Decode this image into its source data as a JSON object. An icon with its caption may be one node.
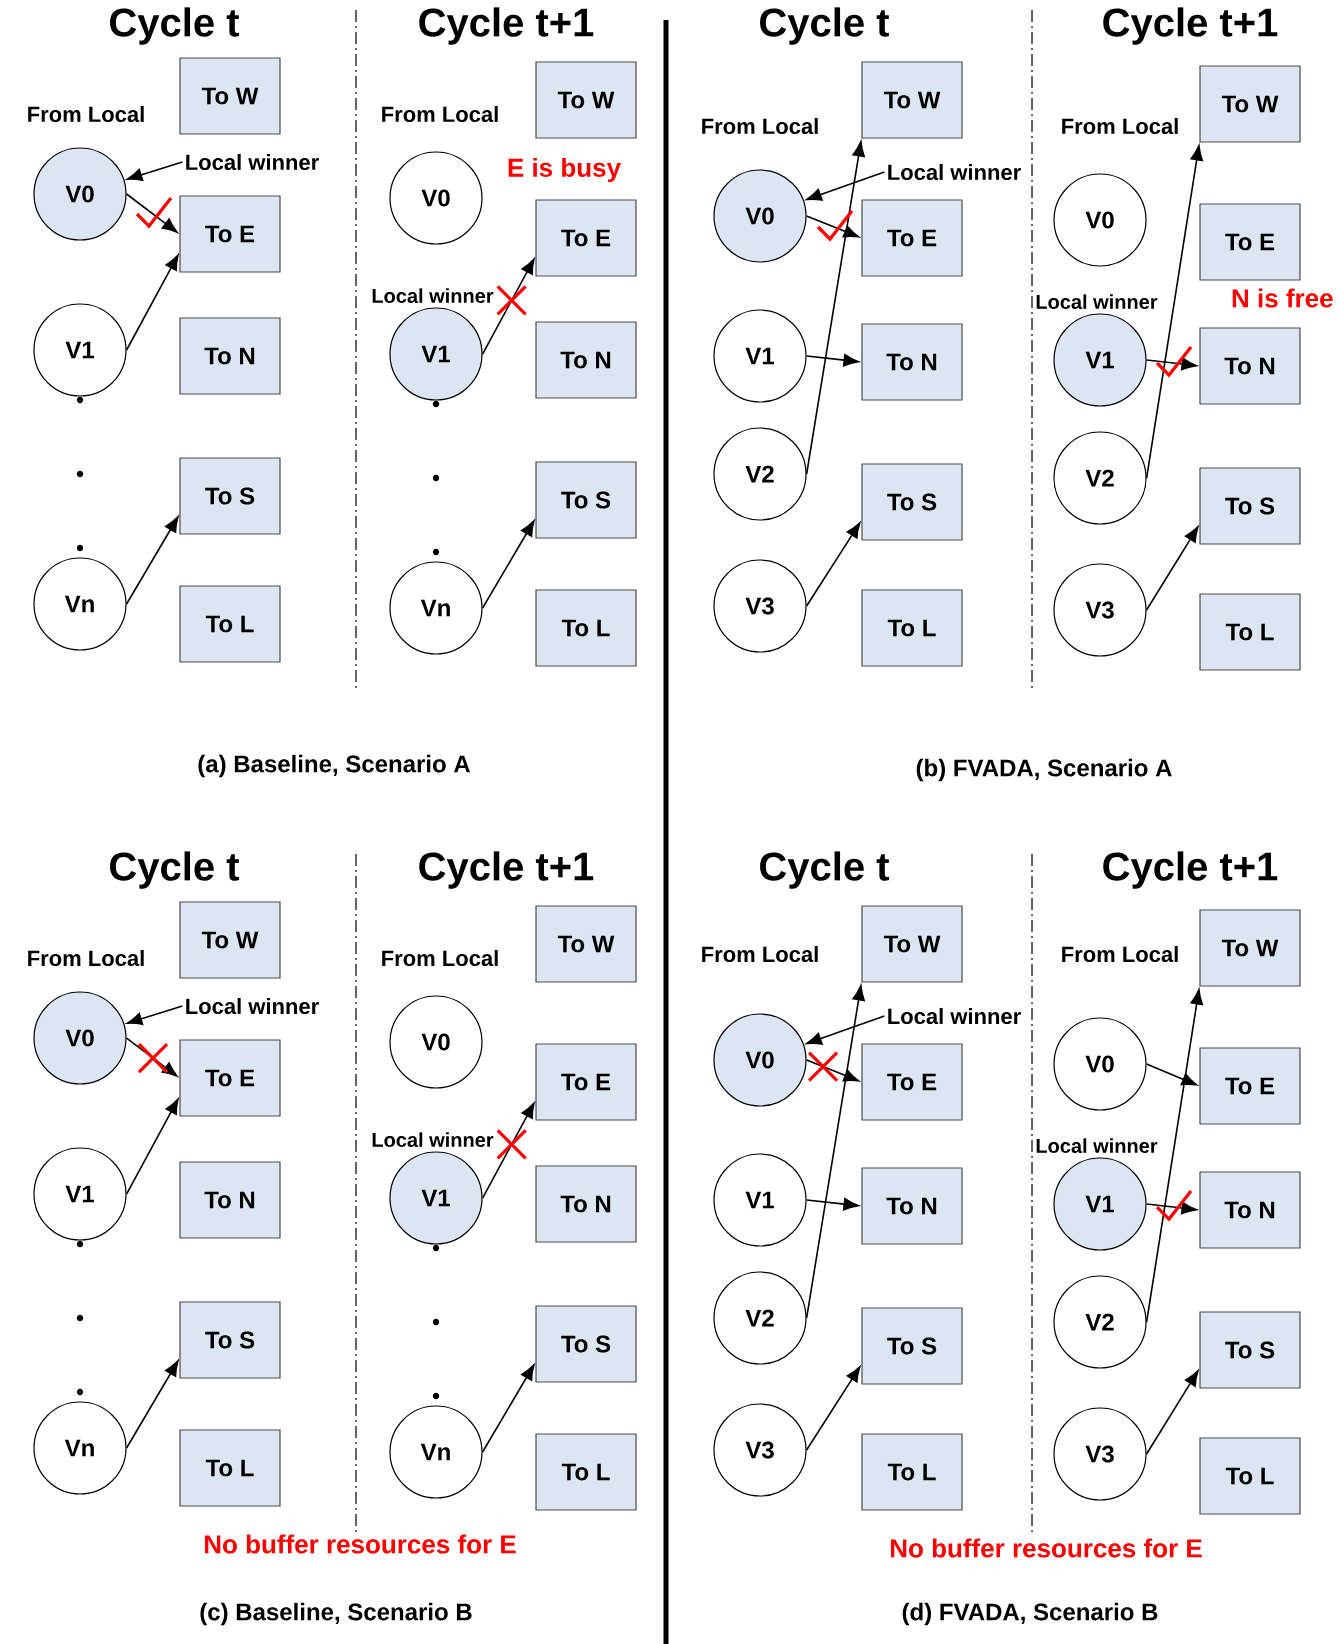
{
  "diagram": {
    "nodes": [
      {
        "text": [
          "V0"
        ]
      },
      {
        "text": [
          "V1"
        ]
      },
      {
        "text": [
          "Vn"
        ]
      },
      {
        "text": [
          "To W"
        ]
      },
      {
        "text": [
          "To E"
        ]
      },
      {
        "text": [
          "To N"
        ]
      },
      {
        "text": [
          "To S"
        ]
      },
      {
        "text": [
          "To L"
        ]
      },
      {
        "text": [
          "Local winner"
        ]
      },
      {
        "text": [
          "V0"
        ]
      },
      {
        "text": [
          "V1"
        ],
        "beside": [
          "Local winner"
        ]
      },
      {
        "text": [
          "Vn"
        ]
      },
      {
        "text": [
          "To W"
        ]
      },
      {
        "text": [
          "To E"
        ]
      },
      {
        "text": [
          "To N"
        ]
      },
      {
        "text": [
          "To S"
        ]
      },
      {
        "text": [
          "To L"
        ]
      },
      {
        "text": [
          "V0"
        ]
      },
      {
        "text": [
          "V1"
        ]
      },
      {
        "text": [
          "V2"
        ]
      },
      {
        "text": [
          "V3"
        ]
      },
      {
        "text": [
          "To W"
        ]
      },
      {
        "text": [
          "To E"
        ]
      },
      {
        "text": [
          "To N"
        ]
      },
      {
        "text": [
          "To S"
        ]
      },
      {
        "text": [
          "To L"
        ]
      },
      {
        "text": [
          "Local winner"
        ]
      },
      {
        "text": [
          "V0"
        ]
      },
      {
        "text": [
          "V1"
        ],
        "beside": [
          "Local winner"
        ]
      },
      {
        "text": [
          "V2"
        ]
      },
      {
        "text": [
          "V3"
        ]
      },
      {
        "text": [
          "To W"
        ]
      },
      {
        "text": [
          "To E"
        ]
      },
      {
        "text": [
          "To N"
        ]
      },
      {
        "text": [
          "To S"
        ]
      },
      {
        "text": [
          "To L"
        ]
      },
      {
        "text": [
          "V0"
        ]
      },
      {
        "text": [
          "V1"
        ]
      },
      {
        "text": [
          "Vn"
        ]
      },
      {
        "text": [
          "To W"
        ]
      },
      {
        "text": [
          "To E"
        ]
      },
      {
        "text": [
          "To N"
        ]
      },
      {
        "text": [
          "To S"
        ]
      },
      {
        "text": [
          "To L"
        ]
      },
      {
        "text": [
          "Local winner"
        ]
      },
      {
        "text": [
          "V0"
        ]
      },
      {
        "text": [
          "V1"
        ],
        "beside": [
          "Local winner"
        ]
      },
      {
        "text": [
          "Vn"
        ]
      },
      {
        "text": [
          "To W"
        ]
      },
      {
        "text": [
          "To E"
        ]
      },
      {
        "text": [
          "To N"
        ]
      },
      {
        "text": [
          "To S"
        ]
      },
      {
        "text": [
          "To L"
        ]
      },
      {
        "text": [
          "V0"
        ]
      },
      {
        "text": [
          "V1"
        ]
      },
      {
        "text": [
          "V2"
        ]
      },
      {
        "text": [
          "V3"
        ]
      },
      {
        "text": [
          "To W"
        ]
      },
      {
        "text": [
          "To E"
        ]
      },
      {
        "text": [
          "To N"
        ]
      },
      {
        "text": [
          "To S"
        ]
      },
      {
        "text": [
          "To L"
        ]
      },
      {
        "text": [
          "Local winner"
        ]
      },
      {
        "text": [
          "V0"
        ]
      },
      {
        "text": [
          "V1"
        ],
        "beside": [
          "Local winner"
        ]
      },
      {
        "text": [
          "V2"
        ]
      },
      {
        "text": [
          "V3"
        ]
      },
      {
        "text": [
          "To W"
        ]
      },
      {
        "text": [
          "To E"
        ]
      },
      {
        "text": [
          "To N"
        ]
      },
      {
        "text": [
          "To S"
        ]
      },
      {
        "text": [
          "To L"
        ]
      }
    ],
    "edges": [
      {
        "from": 8,
        "to": 0,
        "arrow": "to"
      },
      {
        "from": 0,
        "to": 4,
        "arrow": "to"
      },
      {
        "from": 1,
        "to": 4,
        "arrow": "to"
      },
      {
        "from": 2,
        "to": 6,
        "arrow": "to"
      },
      {
        "from": 10,
        "to": 13,
        "arrow": "to"
      },
      {
        "from": 11,
        "to": 15,
        "arrow": "to"
      },
      {
        "from": 26,
        "to": 17,
        "arrow": "to"
      },
      {
        "from": 17,
        "to": 22,
        "arrow": "to"
      },
      {
        "from": 18,
        "to": 23,
        "arrow": "to"
      },
      {
        "from": 19,
        "to": 21,
        "arrow": "to"
      },
      {
        "from": 20,
        "to": 24,
        "arrow": "to"
      },
      {
        "from": 28,
        "to": 33,
        "arrow": "to"
      },
      {
        "from": 29,
        "to": 31,
        "arrow": "to"
      },
      {
        "from": 30,
        "to": 34,
        "arrow": "to"
      },
      {
        "from": 44,
        "to": 36,
        "arrow": "to"
      },
      {
        "from": 36,
        "to": 40,
        "arrow": "to"
      },
      {
        "from": 37,
        "to": 40,
        "arrow": "to"
      },
      {
        "from": 38,
        "to": 42,
        "arrow": "to"
      },
      {
        "from": 46,
        "to": 49,
        "arrow": "to"
      },
      {
        "from": 47,
        "to": 51,
        "arrow": "to"
      },
      {
        "from": 62,
        "to": 53,
        "arrow": "to"
      },
      {
        "from": 53,
        "to": 58,
        "arrow": "to"
      },
      {
        "from": 54,
        "to": 59,
        "arrow": "to"
      },
      {
        "from": 55,
        "to": 57,
        "arrow": "to"
      },
      {
        "from": 56,
        "to": 60,
        "arrow": "to"
      },
      {
        "from": 63,
        "to": 68,
        "arrow": "to"
      },
      {
        "from": 64,
        "to": 69,
        "arrow": "to"
      },
      {
        "from": 65,
        "to": 67,
        "arrow": "to"
      },
      {
        "from": 66,
        "to": 70,
        "arrow": "to"
      }
    ],
    "labels": [
      "Cycle t",
      "Cycle t+1",
      "From Local",
      "From Local",
      "E is busy",
      "(a) Baseline, Scenario A",
      "Cycle t",
      "Cycle t+1",
      "From Local",
      "From Local",
      "N is free",
      "(b) FVADA, Scenario A",
      "Cycle t",
      "Cycle t+1",
      "From Local",
      "From Local",
      "No buffer resources for E",
      "(c) Baseline, Scenario B",
      "Cycle t",
      "Cycle t+1",
      "From Local",
      "From Local",
      "No buffer resources for E",
      "(d) FVADA, Scenario B"
    ]
  }
}
